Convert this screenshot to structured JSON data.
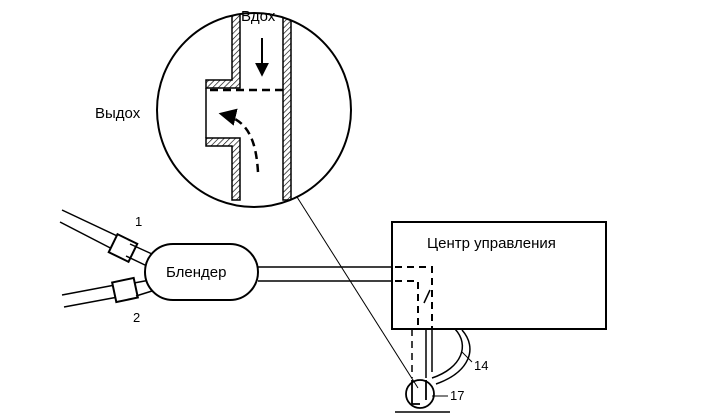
{
  "labels": {
    "inhale": "Вдох",
    "exhale": "Выдох",
    "blender": "Блендер",
    "control_center": "Центр управления",
    "n1": "1",
    "n2": "2",
    "n14": "14",
    "n17": "17"
  },
  "colors": {
    "ink": "#000000",
    "hatch": "#000000",
    "background": "#ffffff"
  }
}
